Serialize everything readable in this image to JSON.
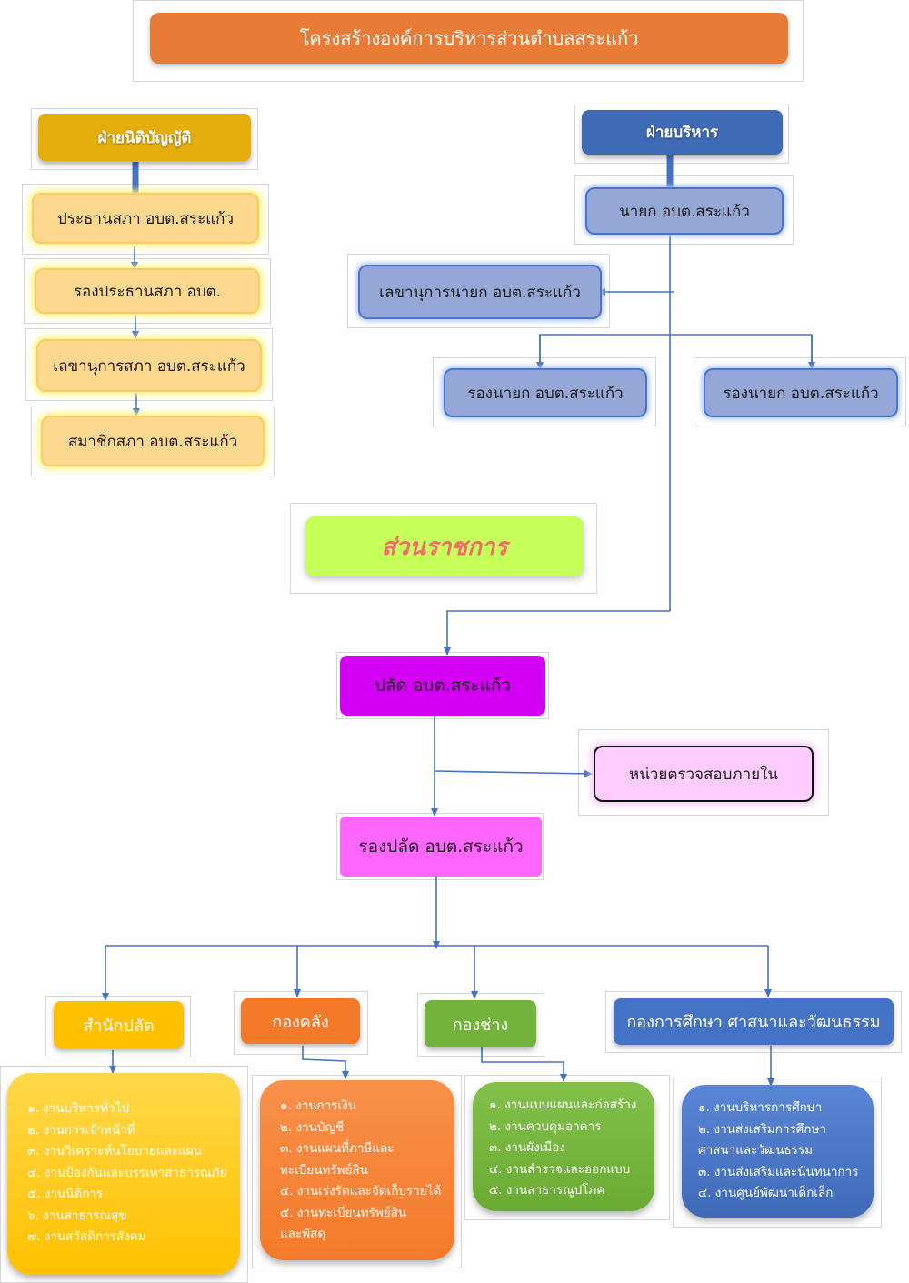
{
  "title": "โครงสร้างองค์การบริหารส่วนตำบลสระแก้ว",
  "legislative": {
    "head": "ฝ่ายนิติบัญญัติ",
    "items": [
      "ประธานสภา อบต.สระแก้ว",
      "รองประธานสภา อบต.",
      "เลขานุการสภา อบต.สระแก้ว",
      "สมาชิกสภา อบต.สระแก้ว"
    ]
  },
  "executive": {
    "head": "ฝ่ายบริหาร",
    "mayor": "นายก อบต.สระแก้ว",
    "secretary": "เลขานุการนายก อบต.สระแก้ว",
    "deputy1": "รองนายก อบต.สระแก้ว",
    "deputy2": "รองนายก อบต.สระแก้ว"
  },
  "government": "ส่วนราชการ",
  "palad": "ปลัด อบต.สระแก้ว",
  "audit": "หน่วยตรวจสอบภายใน",
  "deputy_palad": "รองปลัด อบต.สระแก้ว",
  "departments": [
    {
      "name": "สำนักปลัด",
      "color": "#ffc000",
      "tasks": [
        "๑. งานบริหารทั่วไป",
        "๒. งานการเจ้าหน้าที่",
        "๓. งานวิเคราะห์นโยบายและแผน",
        "๔. งานป้องกันและบรรเทาสาธารณภัย",
        "๕. งานนิติการ",
        "๖. งานสาธารณสุข",
        "๗. งานสวัสดิการสังคม"
      ]
    },
    {
      "name": "กองคลัง",
      "color": "#f47a2a",
      "tasks": [
        "๑. งานการเงิน",
        "๒. งานบัญชี",
        "๓. งานแผนที่ภาษีและ",
        "ทะเบียนทรัพย์สิน",
        "๔. งานเร่งรัดและจัดเก็บรายได้",
        "๕. งานทะเบียนทรัพย์สิน",
        "และพัสดุ"
      ]
    },
    {
      "name": "กองช่าง",
      "color": "#72b33c",
      "tasks": [
        "๑. งานแบบแผนและก่อสร้าง",
        "๒. งานควบคุมอาคาร",
        "๓. งานผังเมือง",
        "๔. งานสำรวจและออกแบบ",
        "๕. งานสาธารณูปโภค"
      ]
    },
    {
      "name": "กองการศึกษา ศาสนาและวัฒนธรรม",
      "color": "#4472c4",
      "tasks": [
        "๑. งานบริหารการศึกษา",
        "๒. งานส่งเสริมการศึกษา",
        "ศาสนาและวัฒนธรรม",
        "๓. งานส่งเสริมและนันทนาการ",
        "๔.  งานศูนย์พัฒนาเด็กเล็ก"
      ]
    }
  ]
}
